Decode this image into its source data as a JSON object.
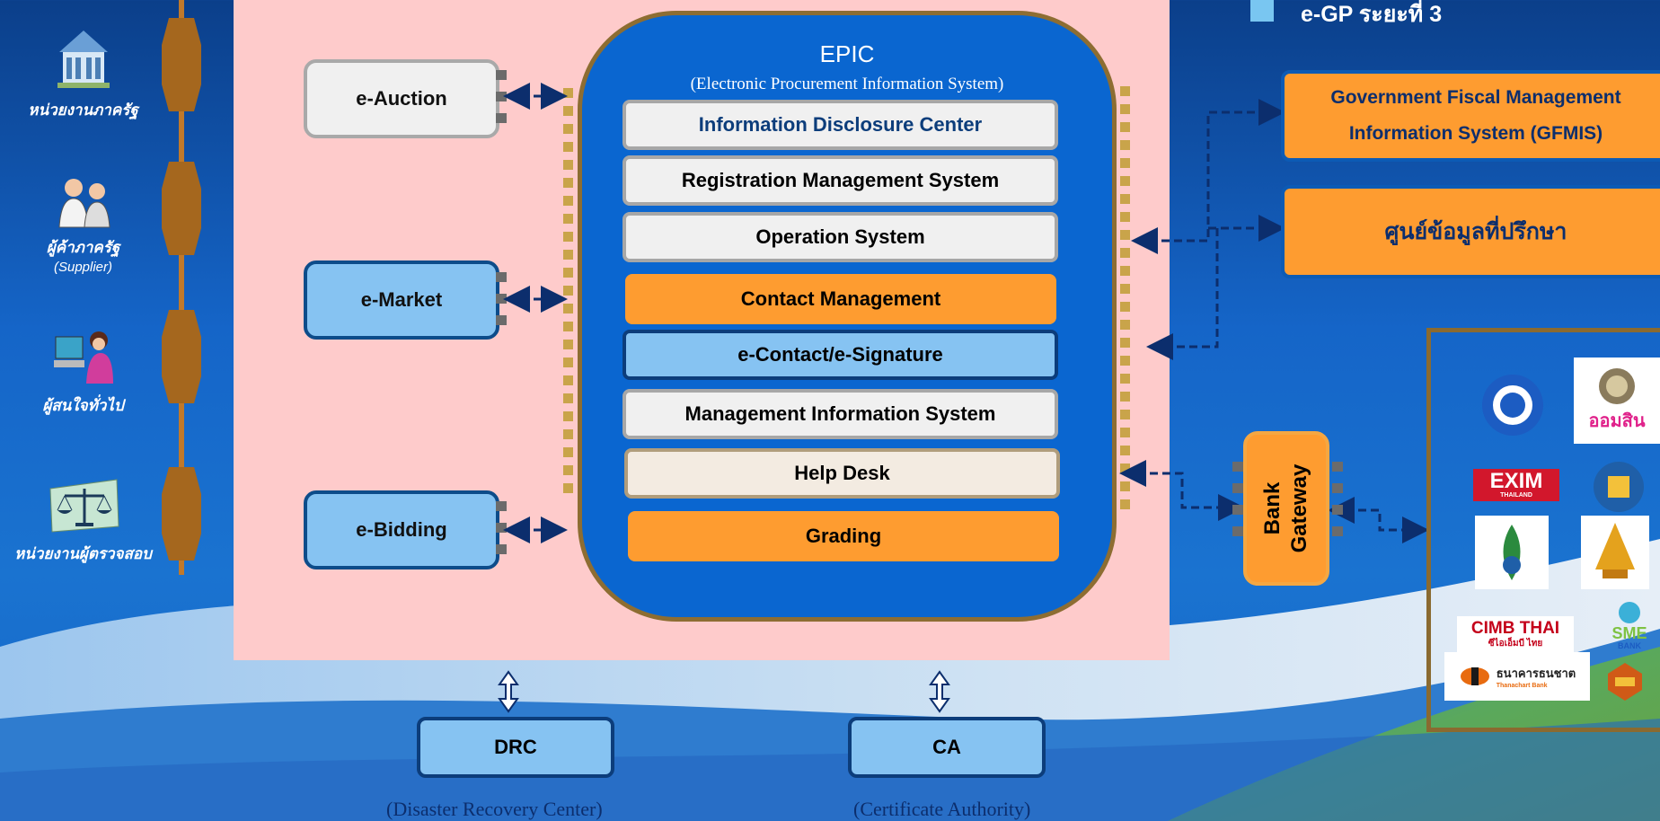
{
  "legend": {
    "label": "e-GP ระยะที่ 3",
    "color": "#79c6f1"
  },
  "left_sidebar": {
    "items": [
      {
        "label": "หน่วยงานภาครัฐ",
        "sub": "",
        "icon": "government-building-icon"
      },
      {
        "label": "ผู้ค้าภาครัฐ",
        "sub": "(Supplier)",
        "icon": "supplier-people-icon"
      },
      {
        "label": "ผู้สนใจทั่วไป",
        "sub": "",
        "icon": "computer-user-icon"
      },
      {
        "label": "หน่วยงานผู้ตรวจสอบ",
        "sub": "",
        "icon": "scales-of-justice-icon"
      }
    ]
  },
  "services": [
    {
      "label": "e-Auction"
    },
    {
      "label": "e-Market"
    },
    {
      "label": "e-Bidding"
    }
  ],
  "epic": {
    "title": "EPIC",
    "subtitle": "(Electronic Procurement Information System)",
    "modules": [
      {
        "label": "Information Disclosure Center"
      },
      {
        "label": "Registration  Management System"
      },
      {
        "label": "Operation System"
      },
      {
        "label": "Contact Management"
      },
      {
        "label": "e-Contact/e-Signature"
      },
      {
        "label": "Management Information System"
      },
      {
        "label": "Help Desk"
      },
      {
        "label": "Grading"
      }
    ]
  },
  "right": {
    "gfmis_line1": "Government Fiscal Management",
    "gfmis_line2": "Information System (GFMIS)",
    "advisory": "ศูนย์ข้อมูลที่ปรึกษา",
    "gateway_line1": "Bank",
    "gateway_line2": "Gateway",
    "bank_logos": {
      "gsb": "ออมสิน",
      "exim": "EXIM",
      "exim_sub": "THAILAND",
      "cimb": "CIMB THAI",
      "cimb_sub": "ซีไอเอ็มบี ไทย",
      "sme": "SME",
      "sme_sub": "BANK",
      "thanachart": "ธนาคารธนชาต",
      "thanachart_sub": "Thanachart Bank"
    }
  },
  "bottom": {
    "drc_label": "DRC",
    "drc_caption": "(Disaster Recovery Center)",
    "ca_label": "CA",
    "ca_caption": "(Certificate Authority)"
  },
  "colors": {
    "background": "#1565c8",
    "panel": "#fecbcb",
    "epic": "#0a66d0",
    "orange": "#fe9c30",
    "light_blue": "#86c3f2",
    "arrow": "#0c2e6d"
  }
}
